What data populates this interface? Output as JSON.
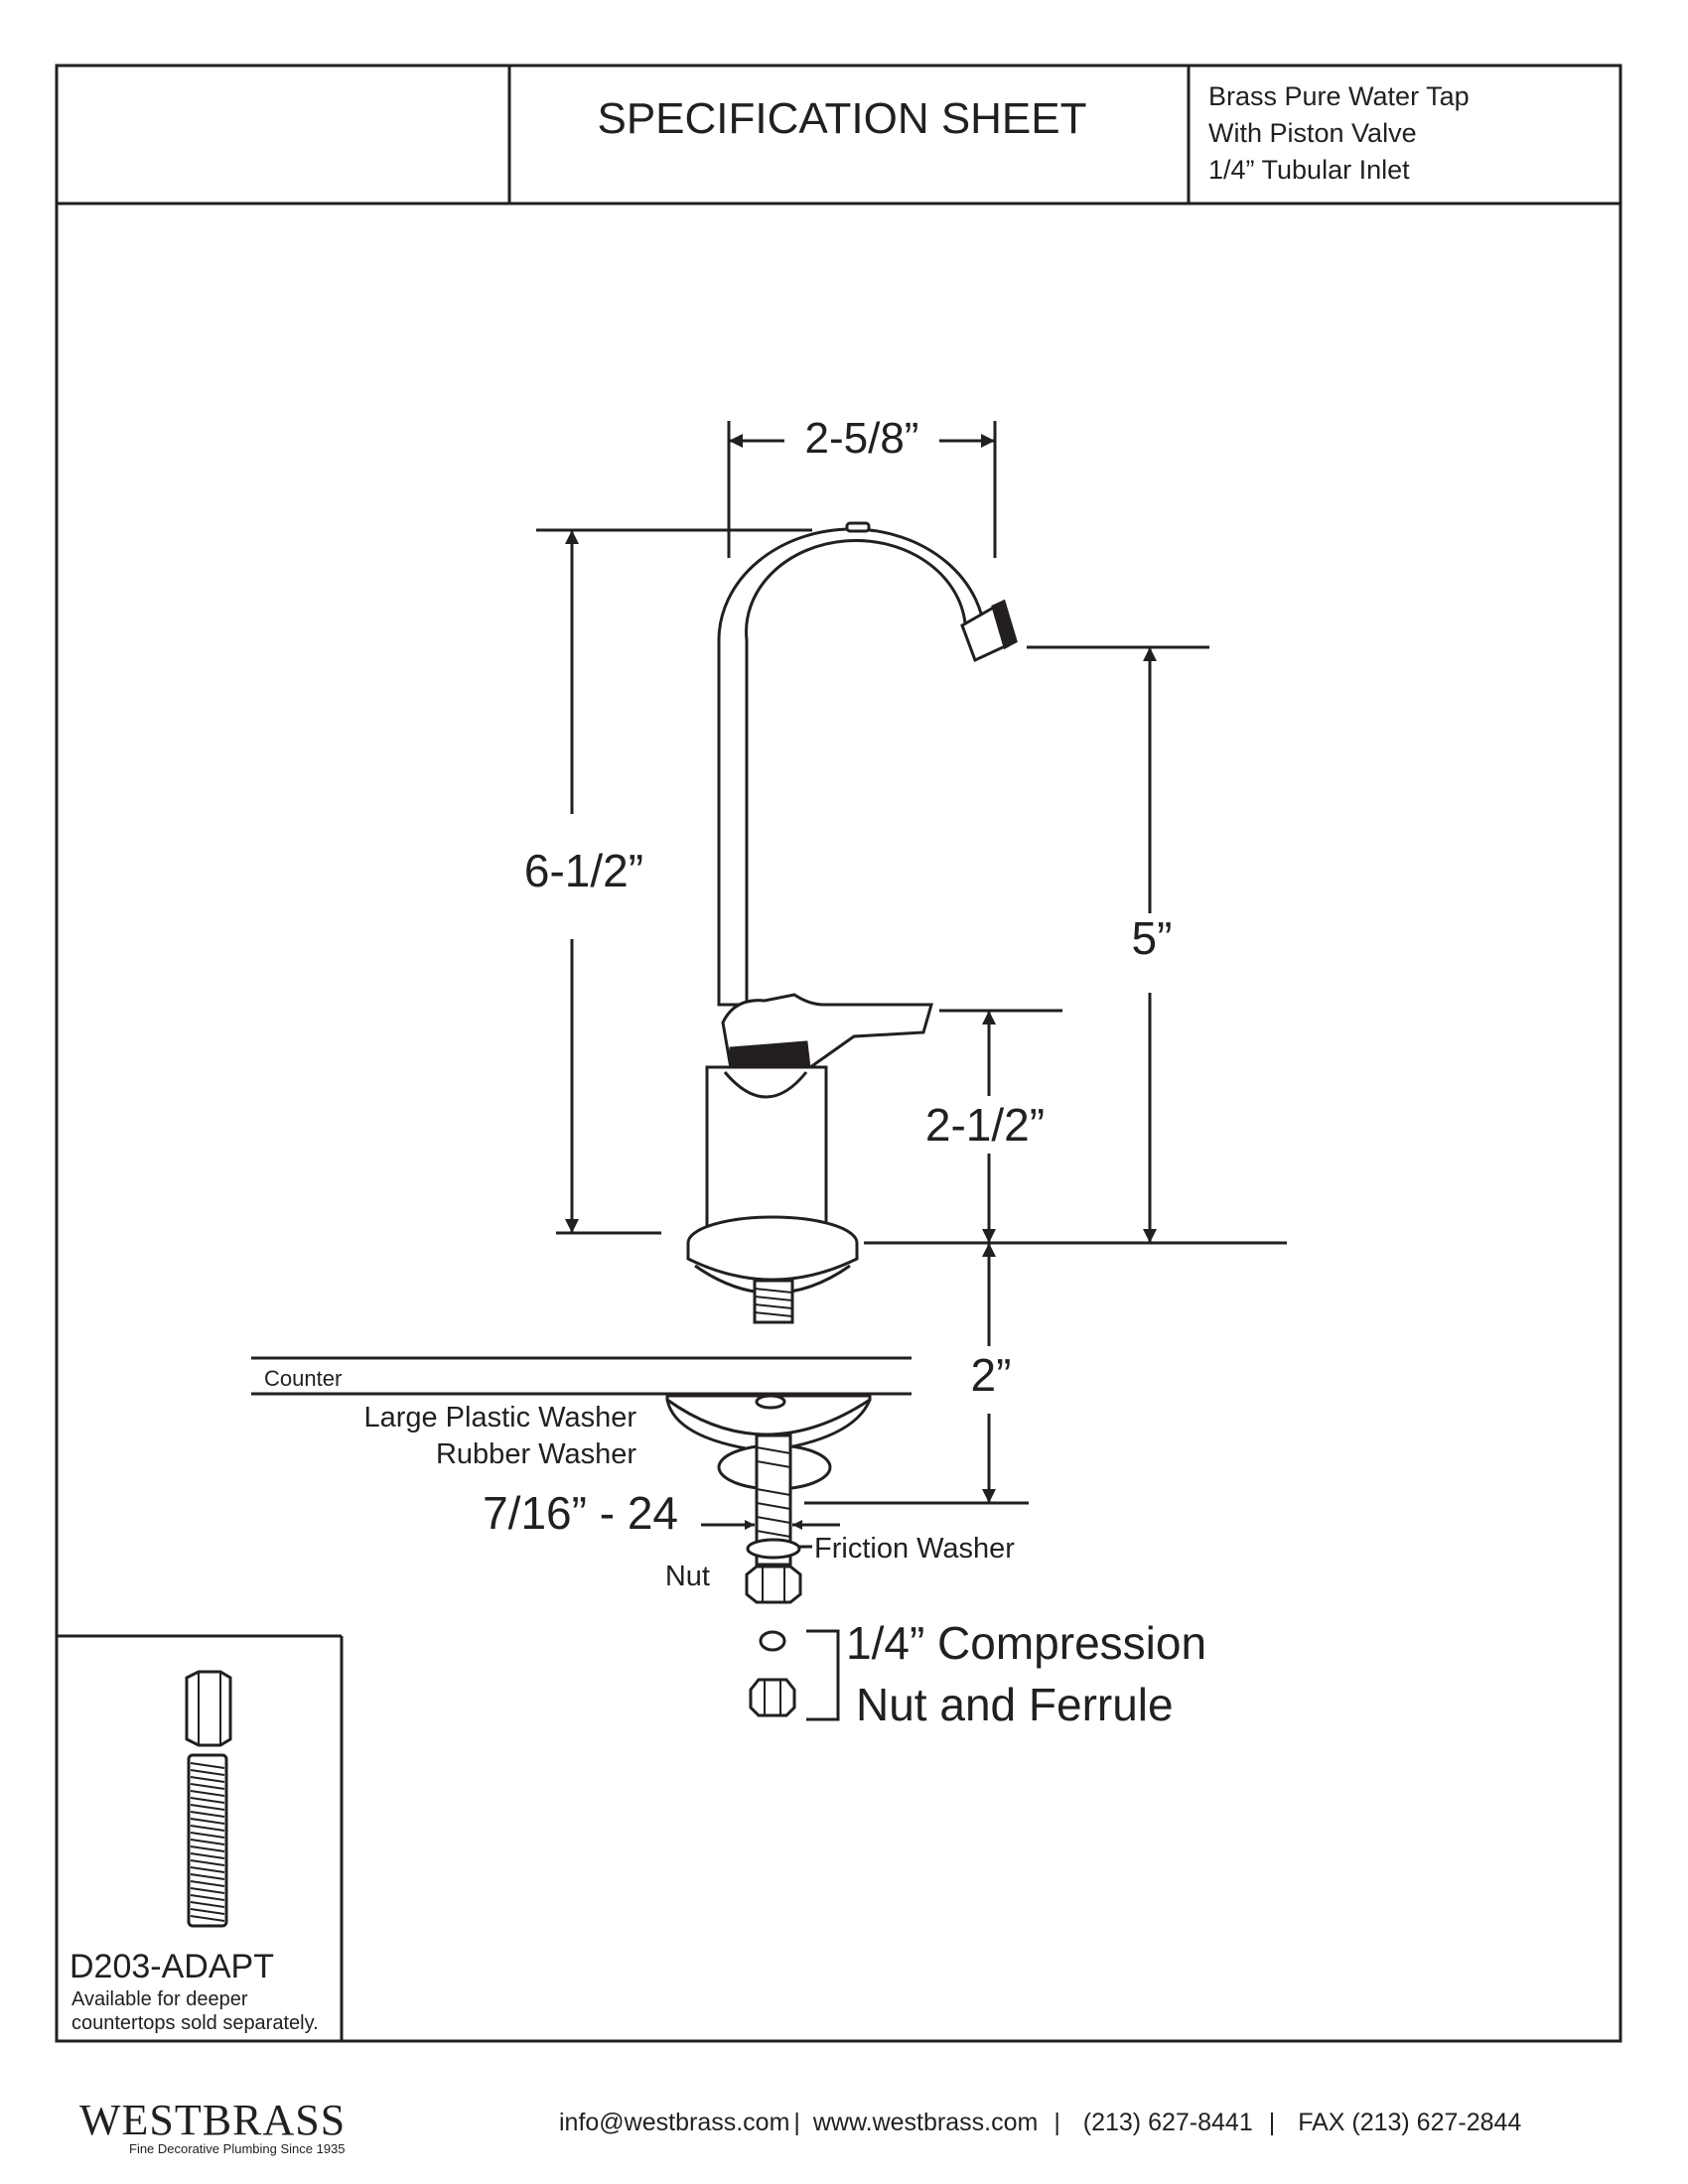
{
  "header": {
    "title": "SPECIFICATION SHEET",
    "product_lines": [
      "Brass Pure Water Tap",
      "With Piston Valve",
      "1/4” Tubular Inlet"
    ]
  },
  "dimensions": {
    "spout_reach": "2-5/8”",
    "overall_height": "6-1/2”",
    "spout_height": "5”",
    "handle_height": "2-1/2”",
    "shank_length": "2”"
  },
  "parts": {
    "counter": "Counter",
    "large_washer": "Large Plastic Washer",
    "rubber_washer": "Rubber Washer",
    "thread": "7/16” - 24",
    "friction_washer": "Friction Washer",
    "nut": "Nut",
    "compression_line1": "1/4” Compression",
    "compression_line2": "Nut and Ferrule"
  },
  "accessory": {
    "model": "D203-ADAPT",
    "note_line1": "Available for deeper",
    "note_line2": "countertops sold separately."
  },
  "footer": {
    "brand": "WESTBRASS",
    "tagline": "Fine Decorative Plumbing Since 1935",
    "email": "info@westbrass.com",
    "website": "www.westbrass.com",
    "phone": "(213) 627-8441",
    "fax": "FAX (213) 627-2844"
  },
  "colors": {
    "ink": "#231f20",
    "paper": "#ffffff"
  }
}
